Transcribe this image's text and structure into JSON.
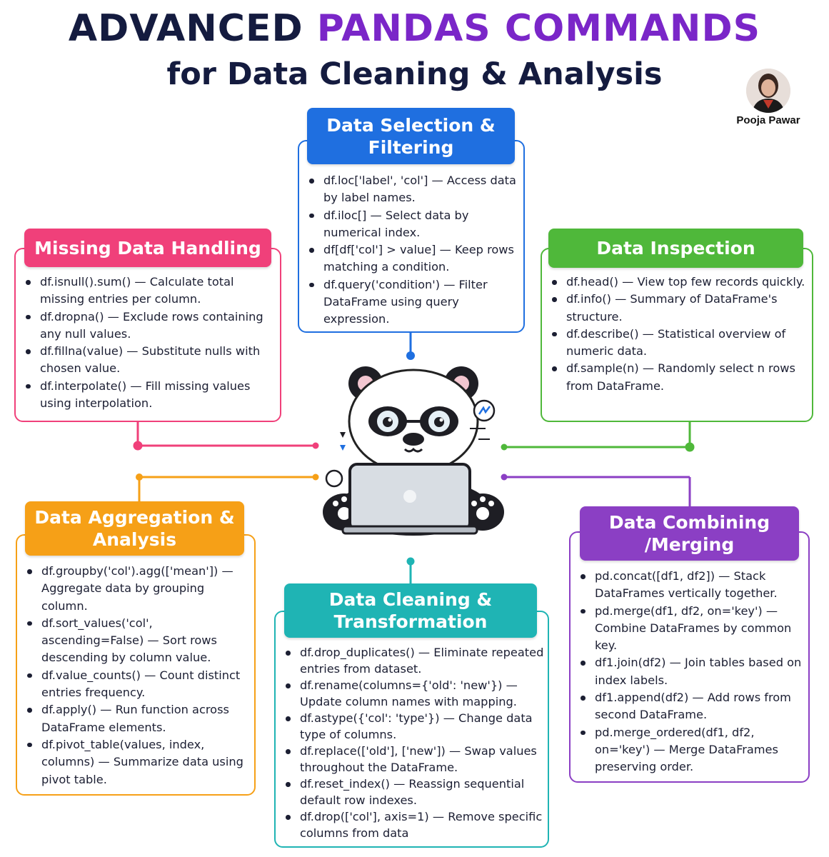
{
  "title": {
    "part1": "ADVANCED",
    "part2": "PANDAS COMMANDS",
    "subtitle": "for Data Cleaning & Analysis"
  },
  "author": {
    "name": "Pooja Pawar"
  },
  "colors": {
    "selection": "#1f6fe0",
    "missing": "#f0407a",
    "inspection": "#4fb83a",
    "aggregation": "#f6a017",
    "combining": "#8b3fc4",
    "cleaning": "#1fb4b4",
    "title_purple": "#7a26c8",
    "title_dark": "#141b3f"
  },
  "sections": {
    "selection": {
      "title": "Data Selection & Filtering",
      "items": [
        "df.loc['label', 'col'] — Access data by label names.",
        "df.iloc[] — Select data by numerical index.",
        "df[df['col'] > value] — Keep rows matching a condition.",
        "df.query('condition') — Filter DataFrame using query expression."
      ]
    },
    "missing": {
      "title": "Missing Data Handling",
      "items": [
        "df.isnull().sum() — Calculate total missing entries per column.",
        "df.dropna() — Exclude rows containing any null values.",
        "df.fillna(value) — Substitute nulls with chosen value.",
        "df.interpolate() — Fill missing values using interpolation."
      ]
    },
    "inspection": {
      "title": "Data Inspection",
      "items": [
        "df.head() — View top few records quickly.",
        "df.info() — Summary of DataFrame's structure.",
        "df.describe() — Statistical overview of numeric data.",
        "df.sample(n) — Randomly select n rows from DataFrame."
      ]
    },
    "aggregation": {
      "title": "Data Aggregation & Analysis",
      "items": [
        "df.groupby('col').agg(['mean']) — Aggregate data by grouping column.",
        "df.sort_values('col', ascending=False) — Sort rows descending by column value.",
        "df.value_counts() — Count distinct entries frequency.",
        "df.apply() — Run function across DataFrame elements.",
        "df.pivot_table(values, index, columns) — Summarize data using pivot table."
      ]
    },
    "combining": {
      "title": "Data Combining /Merging",
      "items": [
        "pd.concat([df1, df2]) — Stack DataFrames vertically together.",
        "pd.merge(df1, df2, on='key') — Combine DataFrames by common key.",
        "df1.join(df2) — Join tables based on index labels.",
        "df1.append(df2) — Add rows from second DataFrame.",
        "pd.merge_ordered(df1, df2, on='key') — Merge DataFrames preserving order."
      ]
    },
    "cleaning": {
      "title": "Data Cleaning & Transformation",
      "items": [
        "df.drop_duplicates() — Eliminate repeated entries from dataset.",
        "df.rename(columns={'old': 'new'}) — Update column names with mapping.",
        "df.astype({'col': 'type'}) — Change data type of columns.",
        "df.replace(['old'], ['new']) — Swap values throughout the DataFrame.",
        "df.reset_index() — Reassign sequential default row indexes.",
        "df.drop(['col'], axis=1) — Remove specific columns from data"
      ]
    }
  }
}
